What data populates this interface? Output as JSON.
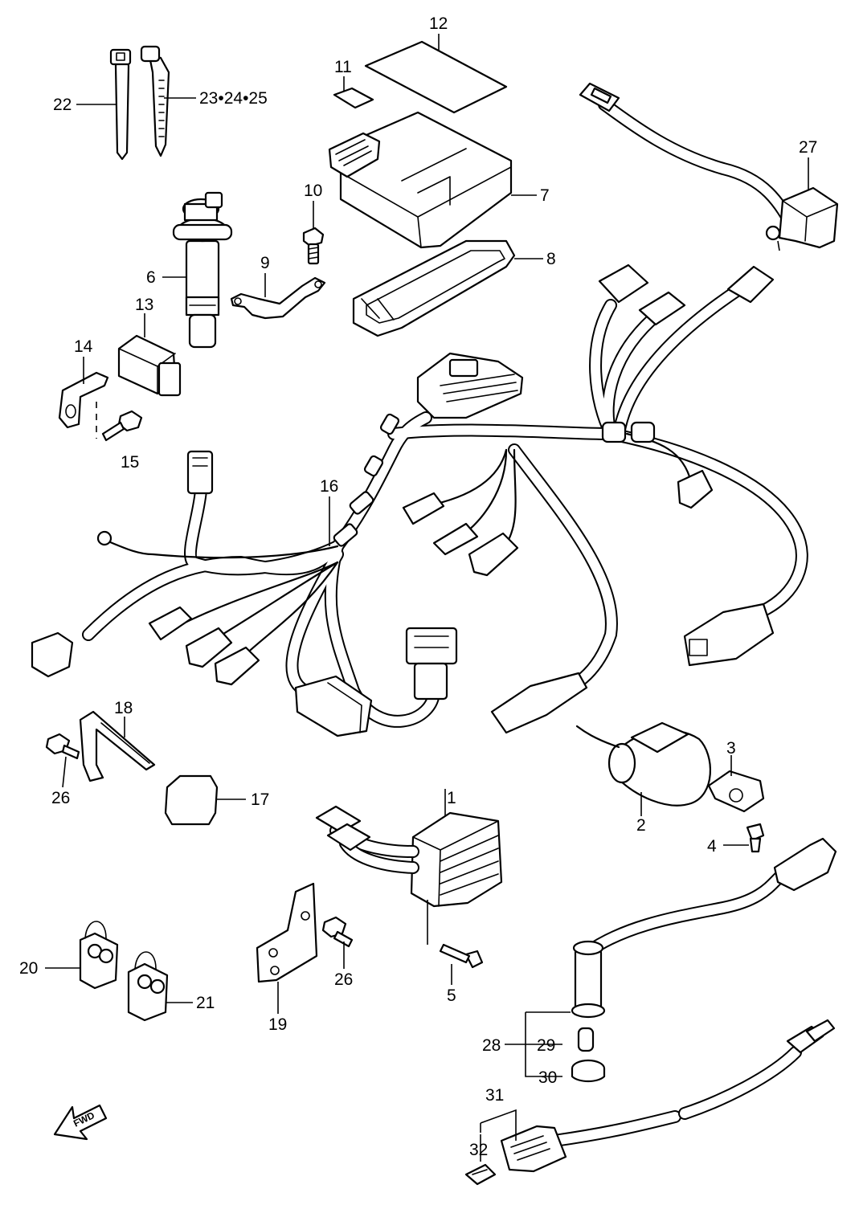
{
  "callouts": {
    "p1": "1",
    "p2": "2",
    "p3": "3",
    "p4": "4",
    "p5": "5",
    "p6": "6",
    "p7": "7",
    "p8": "8",
    "p9": "9",
    "p10": "10",
    "p11": "11",
    "p12": "12",
    "p13": "13",
    "p14": "14",
    "p15": "15",
    "p16": "16",
    "p17": "17",
    "p18": "18",
    "p19": "19",
    "p20": "20",
    "p21": "21",
    "p22": "22",
    "p23": "23•24•25",
    "p26a": "26",
    "p26b": "26",
    "p27": "27",
    "p28": "28",
    "p29": "29",
    "p30": "30",
    "p31": "31",
    "p32": "32"
  },
  "fwd_label": "FWD"
}
